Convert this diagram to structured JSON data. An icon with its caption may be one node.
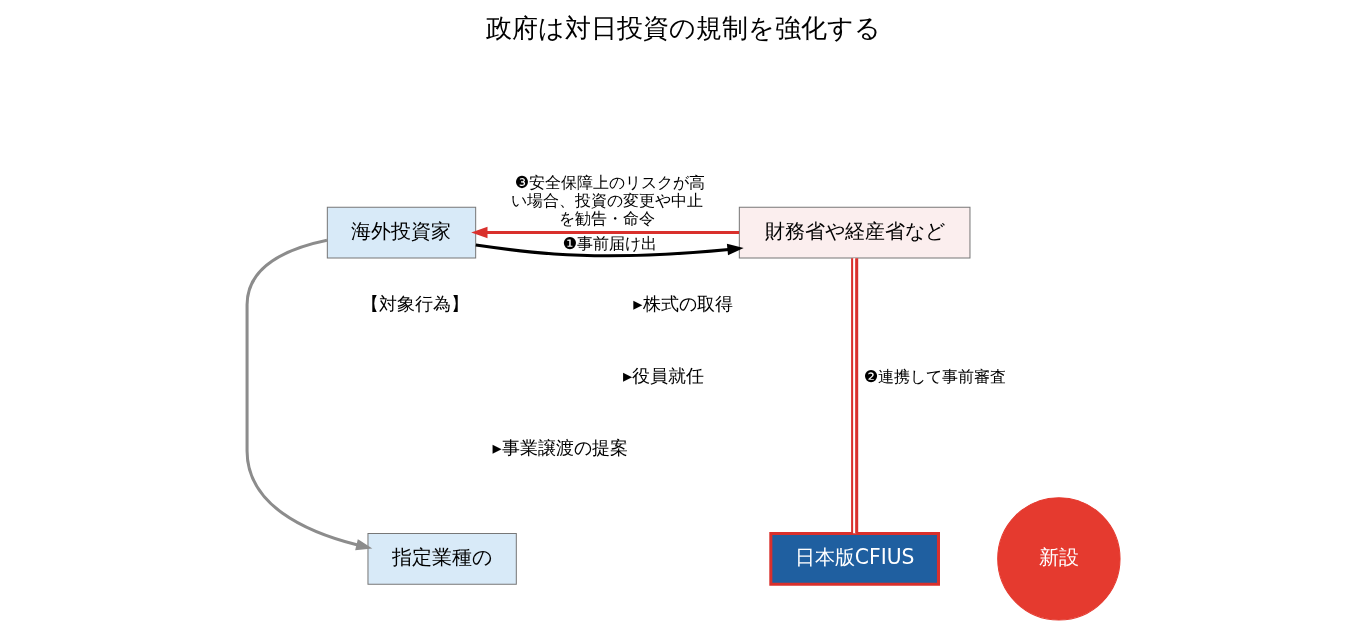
{
  "diagram": {
    "title": "政府は対日投資の規制を強化する",
    "nodes": [
      {
        "text": [
          "海外投資家"
        ]
      },
      {
        "text": [
          "財務省や経産省など"
        ]
      },
      {
        "text": [
          "指定業種の"
        ]
      },
      {
        "text": [
          "日本版CFIUS"
        ]
      },
      {
        "text": [
          "新設"
        ]
      }
    ],
    "edges": [
      {
        "from": 0,
        "to": 1,
        "arrow": "to",
        "label": "❶事前届け出",
        "color": "#000000"
      },
      {
        "from": 1,
        "to": 0,
        "arrow": "to",
        "label": "❸安全保障上のリスクが高い場合、投資の変更や中止を勧告・命令",
        "color": "#d9302c"
      },
      {
        "from": 1,
        "to": 3,
        "arrow": "none",
        "label": "❷連携して事前審査",
        "color": "#d9302c"
      },
      {
        "from": 0,
        "to": 2,
        "arrow": "to",
        "color": "#8c8c8c"
      }
    ],
    "labels": [
      "【対象行為】",
      "▸株式の取得",
      "▸役員就任",
      "▸事業譲渡の提案"
    ]
  }
}
